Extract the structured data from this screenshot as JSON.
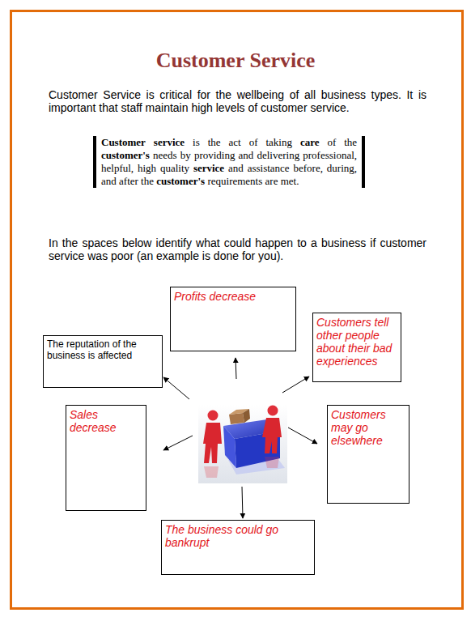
{
  "diagram": {
    "title": "Customer Service",
    "nodes": [
      {
        "text": [
          "Profits decrease"
        ]
      },
      {
        "text": [
          "Customers tell other people about their bad experiences"
        ]
      },
      {
        "text": [
          "The reputation of the business is affected"
        ]
      },
      {
        "text": [
          "Sales decrease"
        ]
      },
      {
        "text": [
          "Customers may go elsewhere"
        ]
      },
      {
        "text": [
          "The business could go bankrupt"
        ]
      }
    ],
    "labels": [
      "Customer Service is critical for the wellbeing of all business types. It is important that staff maintain high levels of customer service.",
      "Customer service is the act of taking care of the customer's needs by providing and delivering professional, helpful, high quality service and assistance before, during, and after the customer's requirements are met.",
      "In the spaces below identify what could happen to a business if customer service was poor (an example is done for you)."
    ]
  }
}
